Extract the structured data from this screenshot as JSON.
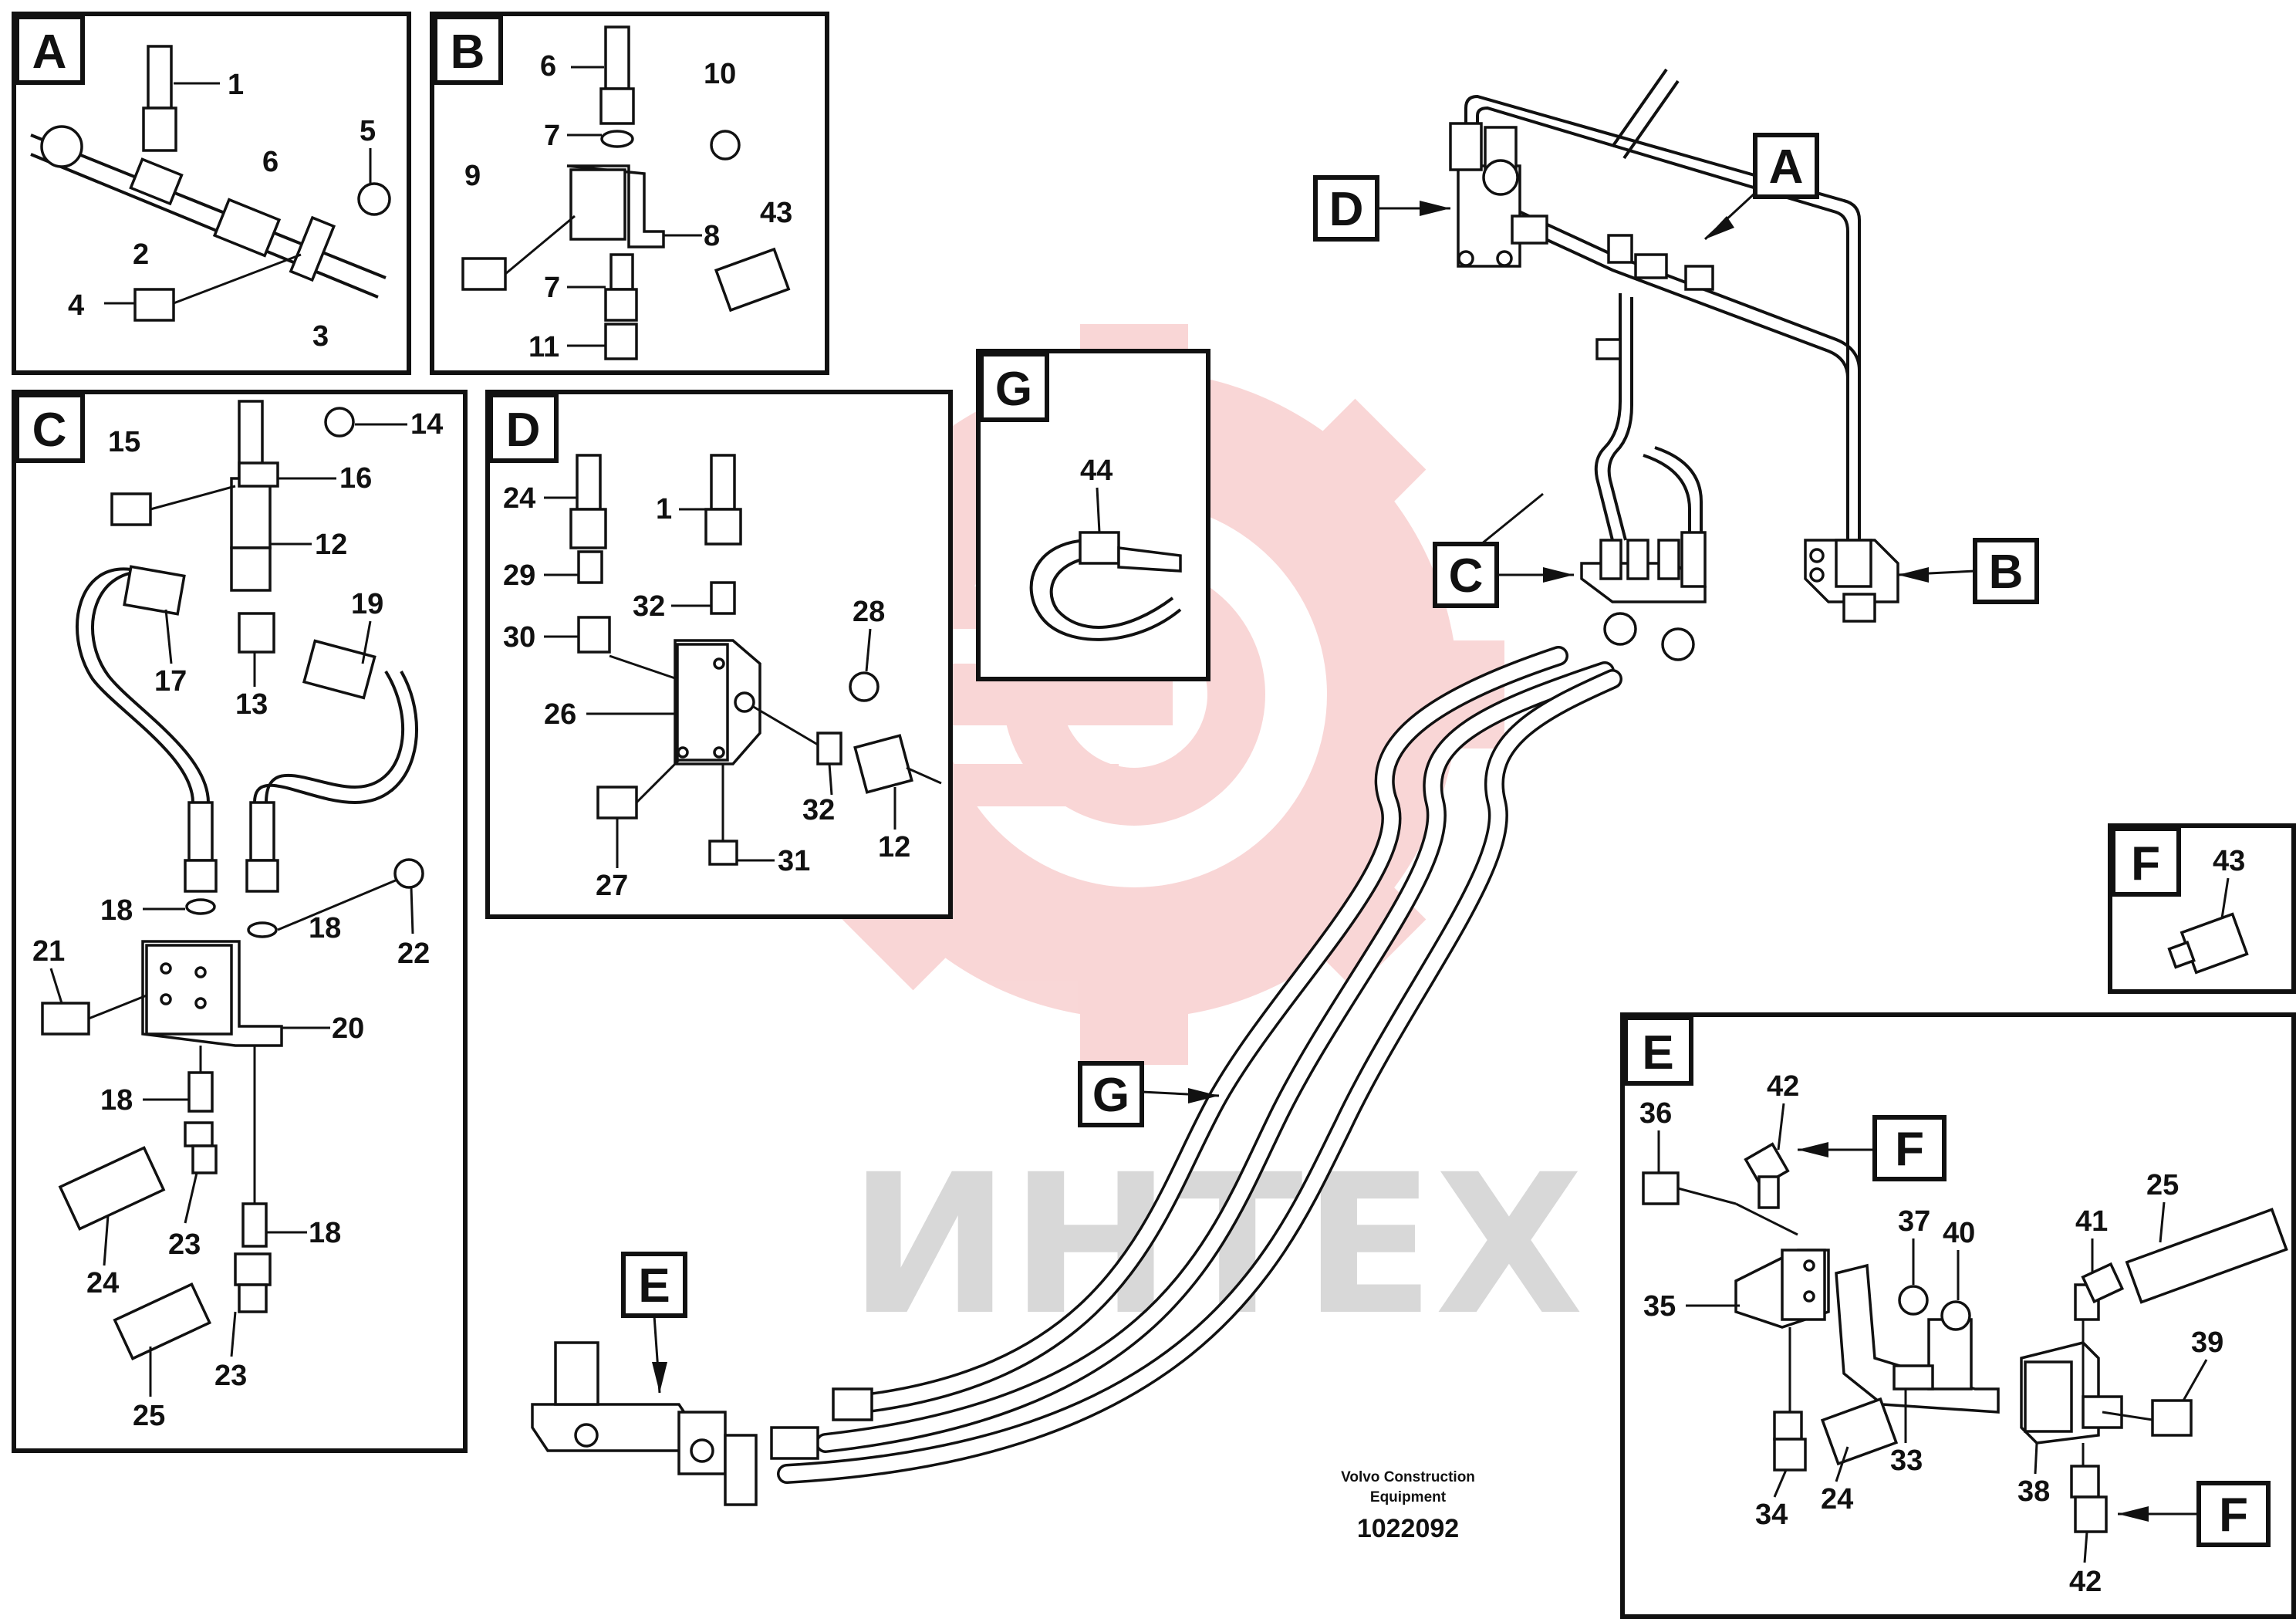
{
  "watermark": {
    "text": "ИНТЕХ",
    "colors": {
      "gear": "#f8d0d0",
      "text": "#d8d8d8"
    }
  },
  "footer": {
    "line1": "Volvo Construction",
    "line2": "Equipment",
    "number": "1022092"
  },
  "panels": [
    {
      "id": "A",
      "letter": "A",
      "labels": [
        "1",
        "6",
        "5",
        "2",
        "4",
        "3"
      ]
    },
    {
      "id": "B",
      "letter": "B",
      "labels": [
        "6",
        "10",
        "7",
        "9",
        "8",
        "43",
        "7",
        "11"
      ]
    },
    {
      "id": "C",
      "letter": "C",
      "labels": [
        "15",
        "14",
        "16",
        "12",
        "19",
        "17",
        "13",
        "18",
        "18",
        "22",
        "21",
        "20",
        "18",
        "23",
        "24",
        "18",
        "23",
        "25"
      ]
    },
    {
      "id": "D",
      "letter": "D",
      "labels": [
        "24",
        "1",
        "29",
        "32",
        "28",
        "30",
        "26",
        "32",
        "12",
        "27",
        "31"
      ]
    },
    {
      "id": "G",
      "letter": "G",
      "labels": [
        "44"
      ]
    },
    {
      "id": "F",
      "letter": "F",
      "labels": [
        "43"
      ]
    },
    {
      "id": "E",
      "letter": "E",
      "labels": [
        "36",
        "42",
        "25",
        "37",
        "40",
        "41",
        "35",
        "39",
        "33",
        "24",
        "38",
        "34",
        "42"
      ]
    }
  ],
  "callouts": [
    {
      "id": "D",
      "letter": "D"
    },
    {
      "id": "A",
      "letter": "A"
    },
    {
      "id": "C",
      "letter": "C"
    },
    {
      "id": "B",
      "letter": "B"
    },
    {
      "id": "G",
      "letter": "G"
    },
    {
      "id": "E",
      "letter": "E"
    },
    {
      "id": "F1",
      "letter": "F"
    },
    {
      "id": "F2",
      "letter": "F"
    }
  ]
}
